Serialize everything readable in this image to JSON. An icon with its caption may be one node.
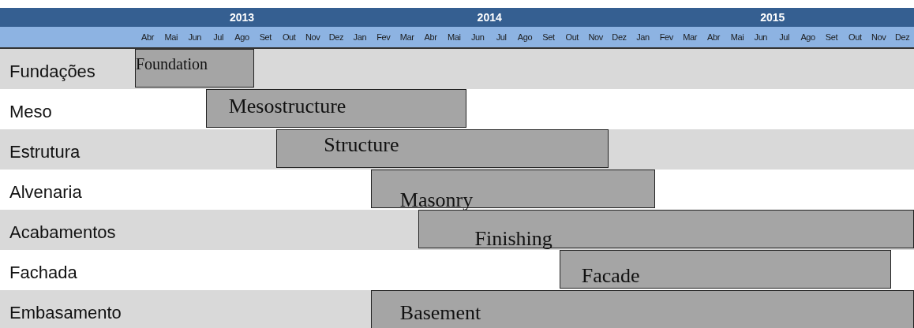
{
  "diagram": {
    "nodes": [
      {
        "text": [
          "Foundation"
        ]
      },
      {
        "text": [
          "Mesostructure"
        ]
      },
      {
        "text": [
          "Structure"
        ]
      },
      {
        "text": [
          "Masonry"
        ]
      },
      {
        "text": [
          "Finishing"
        ]
      },
      {
        "text": [
          "Facade"
        ]
      },
      {
        "text": [
          "Basement"
        ]
      }
    ],
    "labels": [
      "2013",
      "2014",
      "2015",
      "Abr",
      "Mai",
      "Jun",
      "Jul",
      "Ago",
      "Set",
      "Out",
      "Nov",
      "Dez",
      "Jan",
      "Fev",
      "Mar",
      "Abr",
      "Mai",
      "Jun",
      "Jul",
      "Ago",
      "Set",
      "Out",
      "Nov",
      "Dez",
      "Jan",
      "Fev",
      "Mar",
      "Abr",
      "Mai",
      "Jun",
      "Jul",
      "Ago",
      "Set",
      "Out",
      "Nov",
      "Dez",
      "Fundações",
      "Meso",
      "Estrutura",
      "Alvenaria",
      "Acabamentos",
      "Fachada",
      "Embasamento"
    ]
  }
}
